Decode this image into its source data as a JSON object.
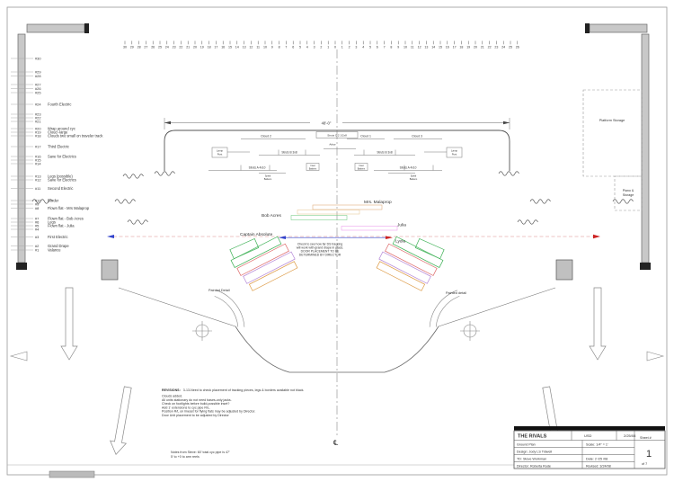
{
  "sheet": {
    "centerline_symbol": "℄",
    "dimension": "48'-0\""
  },
  "ruler": {
    "labels": [
      "30",
      "29",
      "28",
      "27",
      "26",
      "25",
      "24",
      "23",
      "22",
      "21",
      "20",
      "19",
      "18",
      "17",
      "16",
      "15",
      "14",
      "13",
      "12",
      "11",
      "10",
      "9",
      "8",
      "7",
      "6",
      "5",
      "4",
      "3",
      "2",
      "1",
      "0",
      "1",
      "2",
      "3",
      "4",
      "5",
      "6",
      "7",
      "8",
      "9",
      "10",
      "11",
      "12",
      "13",
      "14",
      "15",
      "16",
      "17",
      "18",
      "19",
      "20",
      "21",
      "22",
      "23",
      "24",
      "25",
      "26"
    ]
  },
  "linesets": [
    {
      "num": "#30",
      "label": ""
    },
    {
      "num": "#29",
      "label": ""
    },
    {
      "num": "#28",
      "label": ""
    },
    {
      "num": "#27",
      "label": ""
    },
    {
      "num": "#26",
      "label": ""
    },
    {
      "num": "#25",
      "label": ""
    },
    {
      "num": "#24",
      "label": "Fourth Electric"
    },
    {
      "num": "#23",
      "label": ""
    },
    {
      "num": "#22",
      "label": ""
    },
    {
      "num": "#21",
      "label": ""
    },
    {
      "num": "#20",
      "label": "Wrap around cyc"
    },
    {
      "num": "#19",
      "label": "Cloud -large"
    },
    {
      "num": "#18",
      "label": "Clouds two small on traveler track"
    },
    {
      "num": "#17",
      "label": "Third Electric"
    },
    {
      "num": "#16",
      "label": "Save for Electrics"
    },
    {
      "num": "#15",
      "label": ""
    },
    {
      "num": "#14",
      "label": ""
    },
    {
      "num": "#13",
      "label": "Legs (possible)"
    },
    {
      "num": "#12",
      "label": "Save for Electrics"
    },
    {
      "num": "#11",
      "label": "Second Electric"
    },
    {
      "num": "#10",
      "label": "Border"
    },
    {
      "num": "#9",
      "label": ""
    },
    {
      "num": "#8",
      "label": "Flown flat - Mrs Malaprop"
    },
    {
      "num": "#7",
      "label": "Flown flat - Bob Acres"
    },
    {
      "num": "#6",
      "label": "Legs"
    },
    {
      "num": "#5",
      "label": "Flown flat - Julia"
    },
    {
      "num": "#4",
      "label": ""
    },
    {
      "num": "#3",
      "label": "First Electric"
    },
    {
      "num": "#2",
      "label": "Grand Drape"
    },
    {
      "num": "#1",
      "label": "Valance"
    }
  ],
  "characters": [
    {
      "name": "Mrs. Malaprop",
      "color": "#dd9a44"
    },
    {
      "name": "Bob Acres",
      "color": "#3cb054"
    },
    {
      "name": "Julia",
      "color": "#e044e0"
    },
    {
      "name": "Captain Absolute",
      "color": "#3344cc"
    },
    {
      "name": "Lydia",
      "color": "#cc2222"
    }
  ],
  "door_note": {
    "color": "#dd2222",
    "lines": [
      "Check to see how far DS tracking",
      "will work with grand drape in place.",
      "DOOR PLACEMENT TO BE",
      "DETERMINED BY DIRECTOR"
    ]
  },
  "units": {
    "cloud1": "Cloud 1",
    "cloud2": "Cloud 2",
    "cloud3": "Cloud 3",
    "struts_c": "Struts C 2 1/2x8",
    "arbor": "Arbor",
    "struts_b": "Struts B 3x8",
    "struts_a": "Struts A 4x10",
    "inset_1": "Inset",
    "inset_2": "Battens",
    "spiral_1": "Spiral",
    "spiral_2": "Battens",
    "lamp_1": "Lamp",
    "lamp_2": "Post",
    "painted_detail_left": "Painted Detail",
    "painted_detail_right": "Painted detail"
  },
  "storage": {
    "platform": "Platform Storage",
    "piano_1": "Piano &",
    "piano_2": "Storage"
  },
  "revisions": {
    "heading": "REVISIONS:",
    "line1": "3-13-Need to check placement of tracking pieces, legs & borders available not black.",
    "lines": [
      "Clouds added.",
      "All units stationary do not need bases-only jacks.",
      "Check on footlights before build-possible inset?",
      "Add 1' extensions to cyc pipe R/L.",
      "Position R/L on lineset for flying flats may be adjusted by Director.",
      "Door Unit placement to be adjusted by Director"
    ]
  },
  "steve_notes": {
    "line1": "Notes from Steve: 60' total cyc pipe is 47'",
    "line2": "5' to +0 to arm reels"
  },
  "titleblock": {
    "title": "THE RIVALS",
    "company": "USD",
    "date_top": "2/25/08",
    "sheet_name": "Ground Plan",
    "scale": "Scale: 1/4\" = 1'",
    "design": "Design: Jody LS Tidwell",
    "td": "TD:  Steve Workman",
    "date": "Date:  2 /25 /08",
    "director": "Director: Roberta Rude",
    "revised": "Revised: 3/24/08",
    "sheet_label": "Sheet #",
    "sheet_number": "1",
    "sheet_of": "of  7"
  }
}
